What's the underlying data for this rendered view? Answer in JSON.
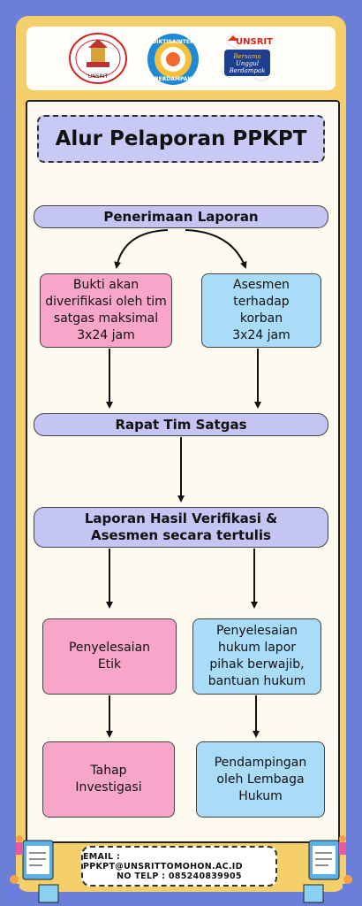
{
  "colors": {
    "background": "#6b7fd8",
    "frame": "#f5cf6a",
    "pill": "#c5c5f3",
    "pink_box": "#f7a5c8",
    "blue_box": "#a9dcf7"
  },
  "header": {
    "logos": [
      {
        "icon": "unsrit-seal-icon",
        "text": "UNSRIT"
      },
      {
        "icon": "diktisaintek-berdampak-icon",
        "text": "DIKTISAINTEK BERDAMPAK"
      },
      {
        "icon": "unsrit-bersama-unggul-berdampak-icon",
        "text": "UNSRIT Bersama Unggul Berdampak"
      }
    ]
  },
  "title": "Alur Pelaporan PPKPT",
  "steps": {
    "receive": "Penerimaan Laporan",
    "verify": "Bukti akan\ndiverifikasi oleh tim\nsatgas maksimal\n3x24 jam",
    "assess": "Asesmen\nterhadap\nkorban\n3x24 jam",
    "meeting": "Rapat Tim Satgas",
    "report": "Laporan Hasil Verifikasi &\nAsesmen secara tertulis",
    "ethics": "Penyelesaian\nEtik",
    "legal": "Penyelesaian\nhukum lapor\npihak berwajib,\nbantuan hukum",
    "investigation": "Tahap\nInvestigasi",
    "legal_aid": "Pendampingan\noleh Lembaga\nHukum"
  },
  "footer": {
    "email": "EMAIL : PPKPT@UNSRITTOMOHON.AC.ID",
    "phone": "NO TELP : 085240839905"
  }
}
